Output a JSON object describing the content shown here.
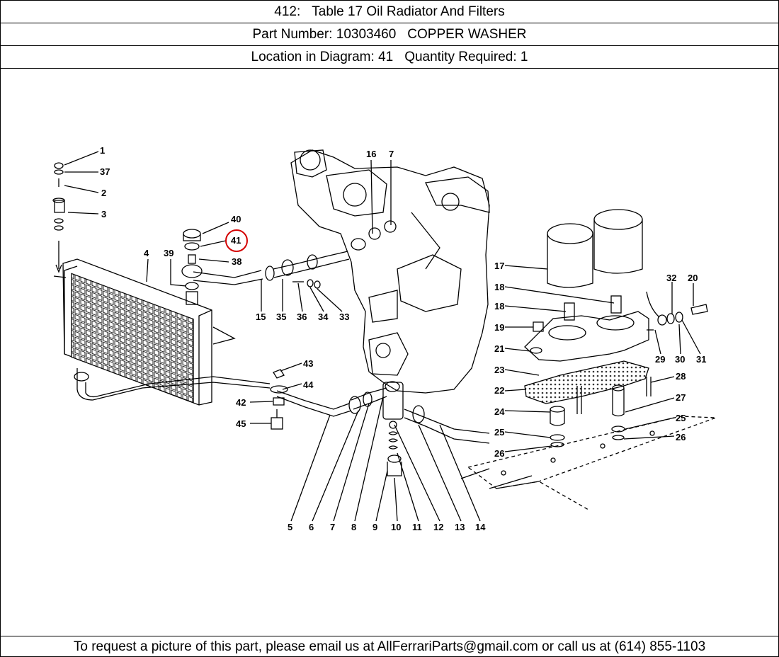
{
  "header": {
    "table_no": "412:",
    "table_title": "Table 17 Oil Radiator And Filters",
    "part_number_label": "Part Number:",
    "part_number": "10303460",
    "part_name": "COPPER WASHER",
    "location_label": "Location in Diagram:",
    "location": "41",
    "quantity_label": "Quantity Required:",
    "quantity": "1"
  },
  "diagram": {
    "highlight_color": "#d40000",
    "highlighted_callout": "41",
    "callouts": [
      "1",
      "37",
      "2",
      "3",
      "40",
      "41",
      "38",
      "4",
      "39",
      "15",
      "35",
      "36",
      "34",
      "33",
      "16",
      "7",
      "17",
      "18",
      "18",
      "19",
      "21",
      "32",
      "20",
      "29",
      "30",
      "31",
      "23",
      "22",
      "28",
      "27",
      "24",
      "25",
      "25",
      "26",
      "26",
      "43",
      "44",
      "42",
      "45",
      "5",
      "6",
      "7",
      "8",
      "9",
      "10",
      "11",
      "12",
      "13",
      "14"
    ]
  },
  "footer": {
    "text": "To request a picture of this part, please email us at AllFerrariParts@gmail.com or call us at (614) 855-1103"
  }
}
